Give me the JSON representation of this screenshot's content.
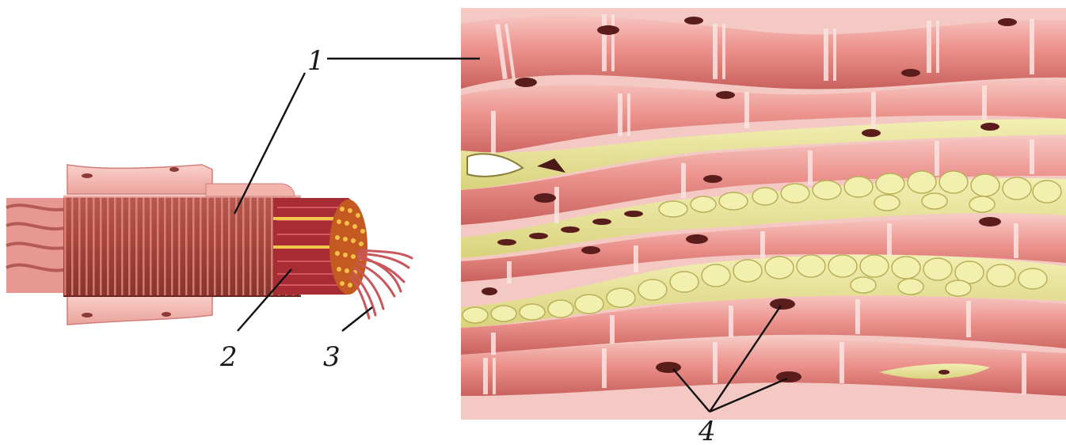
{
  "labels": [
    {
      "id": "label-1",
      "text": "1"
    },
    {
      "id": "label-2",
      "text": "2"
    },
    {
      "id": "label-3",
      "text": "3"
    },
    {
      "id": "label-4",
      "text": "4"
    }
  ],
  "colors": {
    "muscle_light": "#f0a4a0",
    "muscle_mid": "#e27f7c",
    "muscle_dark": "#b9524f",
    "myofibril": "#b4333a",
    "connective": "#e9e6a3",
    "fat_cell": "#efeea8",
    "nucleus": "#5a1d1c",
    "band": "#fbe4e1"
  }
}
